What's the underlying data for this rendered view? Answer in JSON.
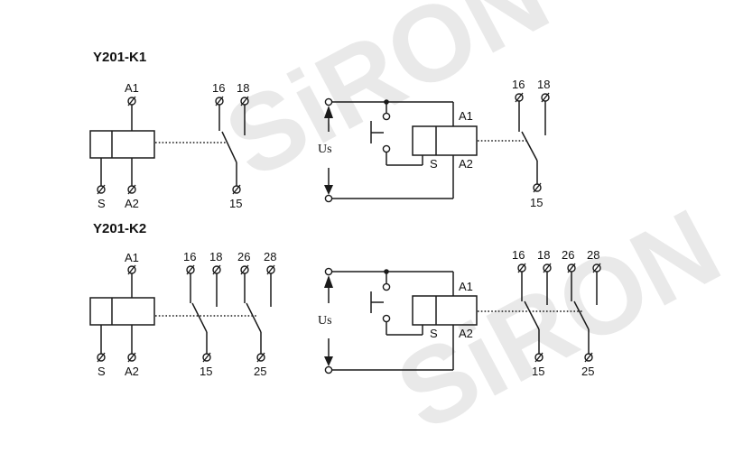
{
  "watermark": "SiRON",
  "k1": {
    "title": "Y201-K1",
    "coil_a1": "A1",
    "coil_s": "S",
    "coil_a2": "A2",
    "c16": "16",
    "c18": "18",
    "c15": "15",
    "wiring": {
      "us": "Us",
      "a1": "A1",
      "s": "S",
      "a2": "A2",
      "c16": "16",
      "c18": "18",
      "c15": "15"
    }
  },
  "k2": {
    "title": "Y201-K2",
    "coil_a1": "A1",
    "coil_s": "S",
    "coil_a2": "A2",
    "c16": "16",
    "c18": "18",
    "c26": "26",
    "c28": "28",
    "c15": "15",
    "c25": "25",
    "wiring": {
      "us": "Us",
      "a1": "A1",
      "s": "S",
      "a2": "A2",
      "c16": "16",
      "c18": "18",
      "c26": "26",
      "c28": "28",
      "c15": "15",
      "c25": "25"
    }
  }
}
